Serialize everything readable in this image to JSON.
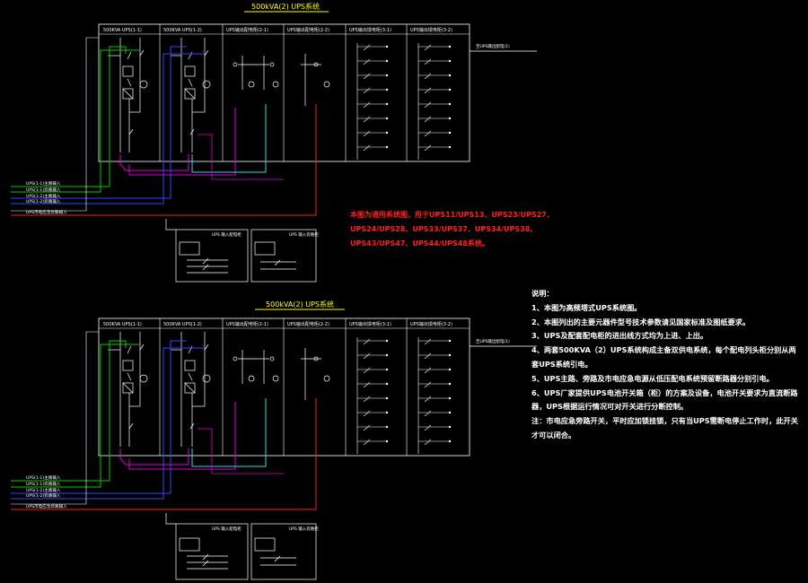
{
  "top_diagram": {
    "title": "500kVA(2) UPS系统",
    "headers": [
      "500KVA UPS(1-1)",
      "500KVA UPS(1-2)",
      "UPS输出配电柜(2-1)",
      "UPS输出配电柜(2-2)",
      "UPS输出馈电柜(3-1)",
      "UPS输出馈电柜(3-2)"
    ],
    "right_label": "至UPS输出配电(1)",
    "inputs": [
      "UPS(1-1)主路输入",
      "UPS(1-1)旁路输入",
      "UPS(1-2)主路输入",
      "UPS(1-2)旁路输入",
      "UPS市电应急旁路输入"
    ],
    "bottom_boxes": [
      "UPS 输入配电柜",
      "UPS 输入旁路柜"
    ]
  },
  "bottom_diagram": {
    "title": "500kVA(2) UPS系统",
    "headers": [
      "500KVA UPS(1-1)",
      "500KVA UPS(1-2)",
      "UPS输出配电柜(2-1)",
      "UPS输出配电柜(2-2)",
      "UPS输出馈电柜(3-1)",
      "UPS输出馈电柜(3-2)"
    ],
    "right_label": "至UPS输出配电(1)",
    "inputs": [
      "UPS(1-1)主路输入",
      "UPS(1-1)旁路输入",
      "UPS(1-2)主路输入",
      "UPS(1-2)旁路输入",
      "UPS市电应急旁路输入"
    ],
    "bottom_boxes": [
      "UPS 输入配电柜",
      "UPS 输入旁路柜"
    ]
  },
  "red_note": "本图为通用系统图，用于UPS11/UPS13、UPS23/UPS27、UPS24/UPS28、UPS33/UPS37、UPS34/UPS38、UPS43/UPS47、UPS44/UPS48系统。",
  "notes": {
    "heading": "说明：",
    "items": [
      "1、本图为高频塔式UPS系统图。",
      "2、本图列出的主要元器件型号技术参数请见国家标准及图纸要求。",
      "3、UPS及配套配电柜的进出线方式均为上进、上出。",
      "4、两套500KVA（2）UPS系统构成主备双供电系统，每个配电列头柜分别从两套UPS系统引电。",
      "5、UPS主路、旁路及市电应急电源从低压配电系统预留断路器分别引电。",
      "6、UPS厂家提供UPS电池开关箱（柜）的方案及设备，电池开关要求为直流断路器，UPS根据运行情况可对开关进行分断控制。",
      "注：市电应急旁路开关，平时应加锁挂锁，只有当UPS需断电停止工作时，此开关才可以闭合。"
    ]
  },
  "colors": {
    "background": "#000000",
    "title": "#ffff00",
    "frame": "#ffffff",
    "input_green": "#00cc00",
    "input_blue": "#3344ff",
    "input_red": "#ff2020",
    "bus_magenta": "#dd00dd",
    "bus_cyan": "#33dddd",
    "note_red": "#ff2020"
  }
}
